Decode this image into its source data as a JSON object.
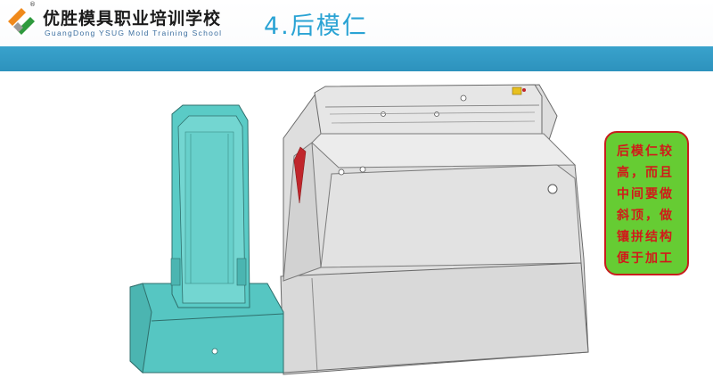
{
  "header": {
    "school_name": "优胜模具职业培训学校",
    "school_name_en": "GuangDong YSUG Mold Training School",
    "registered_mark": "®",
    "logo_colors": {
      "orange": "#f08a1c",
      "green": "#2f9a3e",
      "gray": "#9a9a9a"
    }
  },
  "slide": {
    "title": "4.后模仁",
    "band_color": "#2f97c2"
  },
  "note": {
    "text": "后模仁较\n高，而且\n中间要做\n斜顶，做\n镶拼结构\n便于加工",
    "bg_color": "#66cc33",
    "text_color": "#d11a1a",
    "border_color": "#c81d1d"
  },
  "model": {
    "insert_color": "#56c6c2",
    "body_color": "#dcdcdc",
    "accent_color": "#c0262c"
  }
}
